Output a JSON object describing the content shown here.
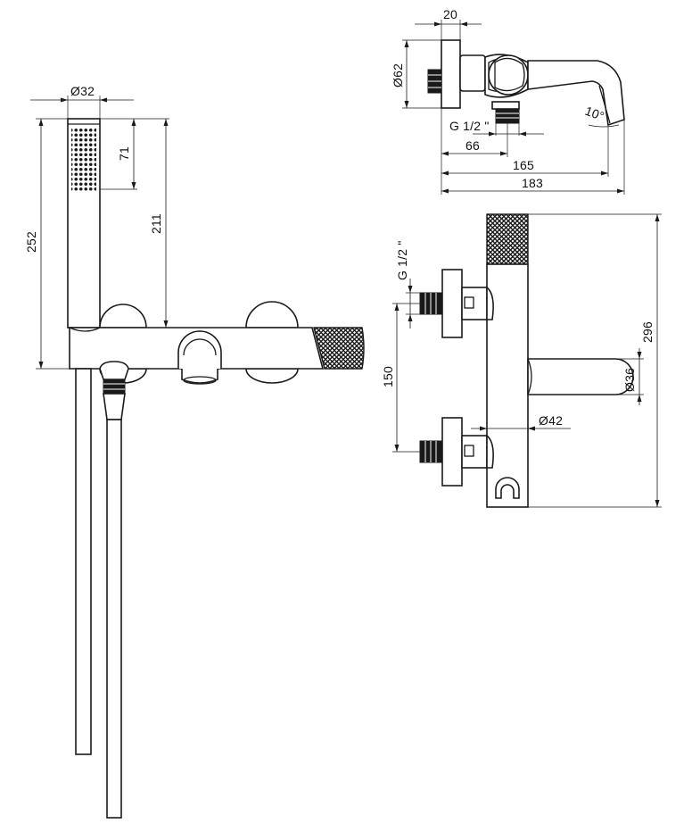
{
  "dimensions": {
    "handshower_diameter": "Ø32",
    "handshower_length": "252",
    "handshower_spray_head": "71",
    "handshower_height": "211",
    "escutcheon_width": "20",
    "escutcheon_diameter": "Ø62",
    "connection_thread_top": "G 1/2 \"",
    "center_to_wall": "66",
    "spout_projection": "165",
    "total_projection": "183",
    "spout_angle": "10°",
    "connection_thread_side": "G 1/2 \"",
    "connection_spacing": "150",
    "body_height": "296",
    "lever_diameter": "Ø36",
    "body_diameter": "Ø42"
  },
  "colors": {
    "line": "#1a1a1a",
    "background": "#ffffff"
  }
}
